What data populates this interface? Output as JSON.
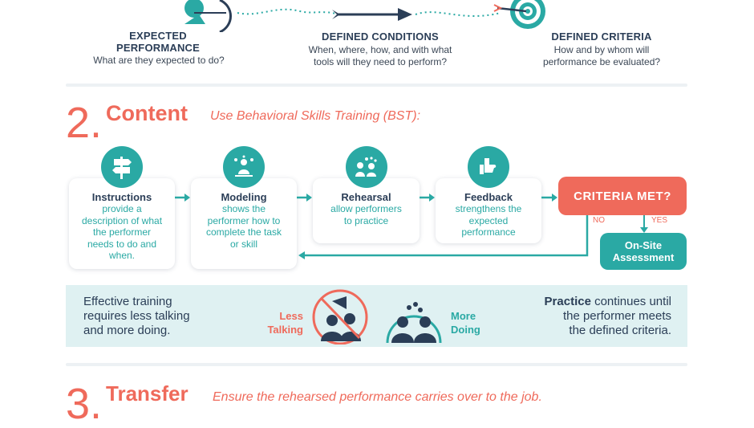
{
  "objectives": [
    {
      "title_lines": [
        "EXPECTED",
        "PERFORMANCE"
      ],
      "subtitle_lines": [
        "What are they expected to do?"
      ],
      "icon": "archer-icon"
    },
    {
      "title_lines": [
        "DEFINED CONDITIONS"
      ],
      "subtitle_lines": [
        "When, where, how, and with what",
        "tools will they need to perform?"
      ],
      "icon": "arrow-icon"
    },
    {
      "title_lines": [
        "DEFINED CRITERIA"
      ],
      "subtitle_lines": [
        "How and by whom will",
        "performance be evaluated?"
      ],
      "icon": "target-icon"
    }
  ],
  "content_section": {
    "number": "2.",
    "title": "Content",
    "subtitle": "Use Behavioral Skills Training (BST):"
  },
  "steps": [
    {
      "title": "Instructions",
      "body_lines": [
        "provide a",
        "description of what",
        "the performer",
        "needs to do and",
        "when."
      ],
      "icon": "signpost-icon"
    },
    {
      "title": "Modeling",
      "body_lines": [
        "shows the",
        "performer how to",
        "complete the task",
        "or skill"
      ],
      "icon": "presenter-icon"
    },
    {
      "title": "Rehearsal",
      "body_lines": [
        "allow performers",
        "to practice"
      ],
      "icon": "group-practice-icon"
    },
    {
      "title": "Feedback",
      "body_lines": [
        "strengthens the",
        "expected",
        "performance"
      ],
      "icon": "thumbs-icon"
    }
  ],
  "criteria_box": "CRITERIA MET?",
  "branch_no": "NO",
  "branch_yes": "YES",
  "onsite_lines": [
    "On-Site",
    "Assessment"
  ],
  "banner": {
    "left_lines": [
      "Effective training",
      "requires less talking",
      "and more doing."
    ],
    "less_lines": [
      "Less",
      "Talking"
    ],
    "more_lines": [
      "More",
      "Doing"
    ],
    "right_bold": "Practice",
    "right_line1_rest": " continues until",
    "right_lines": [
      "the performer meets",
      "the defined criteria."
    ]
  },
  "transfer_section": {
    "number": "3.",
    "title": "Transfer",
    "subtitle": "Ensure the rehearsed performance carries over to the job."
  },
  "colors": {
    "teal": "#2aa9a4",
    "coral": "#ef6a5b",
    "navy": "#2b3e57",
    "banner_bg": "#dff1f2"
  }
}
